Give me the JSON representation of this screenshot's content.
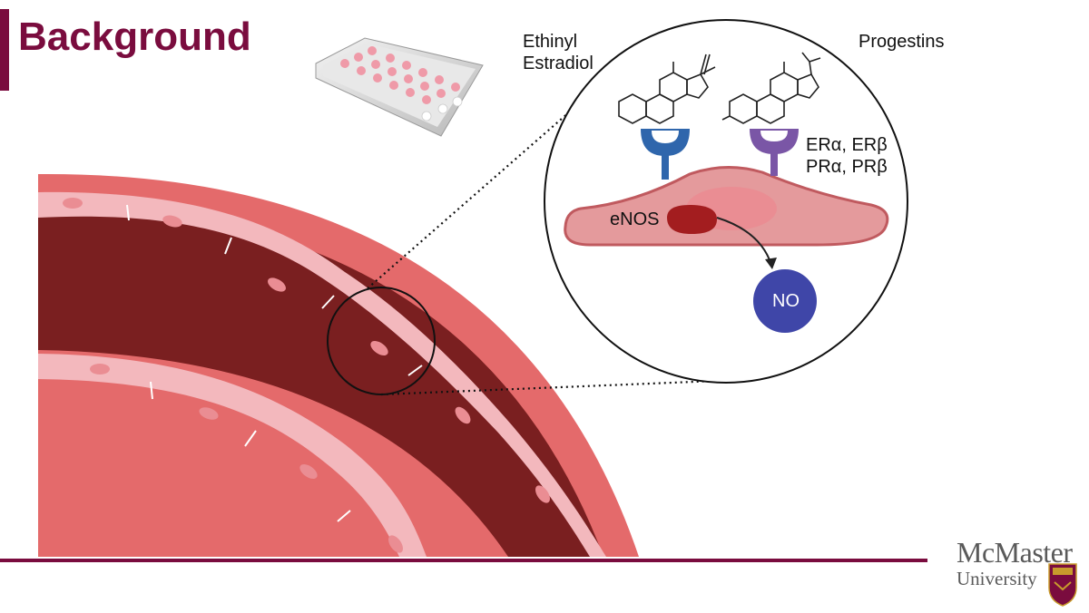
{
  "slide": {
    "title": "Background",
    "accent_color": "#7a0c3e"
  },
  "diagram": {
    "label_ethinyl": "Ethinyl",
    "label_estradiol": "Estradiol",
    "label_progestins": "Progestins",
    "receptor_line1": "ERα, ERβ",
    "receptor_line2": "PRα, PRβ",
    "enzyme_label": "eNOS",
    "product_label": "NO",
    "colors": {
      "vessel_wall": "#e46a6b",
      "lumen": "#7a1f20",
      "endothelial": "#f3b8bd",
      "nucleus": "#ea8d93",
      "cell_body": "#e49a9c",
      "enos": "#a31d1f",
      "no_sphere": "#3f46a8",
      "er_receptor": "#2f66ac",
      "pr_receptor": "#7a56a6"
    }
  },
  "logo": {
    "name": "McMaster",
    "subtitle": "University"
  }
}
